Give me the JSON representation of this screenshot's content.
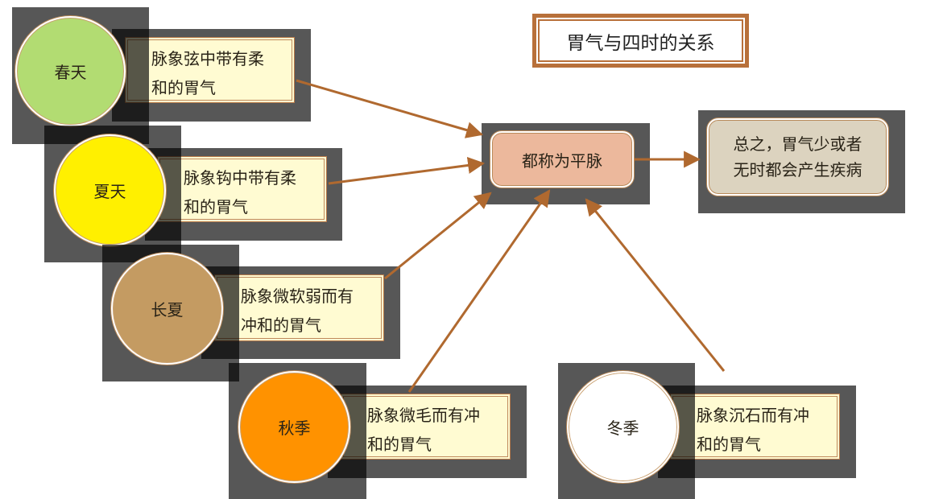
{
  "title": "胃气与四时的关系",
  "seasons": [
    {
      "name": "春天",
      "desc_line1": "脉象弦中带有柔",
      "desc_line2": "和的胃气",
      "color": "#b2dc72"
    },
    {
      "name": "夏天",
      "desc_line1": "脉象钩中带有柔",
      "desc_line2": "和的胃气",
      "color": "#fff000"
    },
    {
      "name": "长夏",
      "desc_line1": "脉象微软弱而有",
      "desc_line2": "冲和的胃气",
      "color": "#c49b62"
    },
    {
      "name": "秋季",
      "desc_line1": "脉象微毛而有冲",
      "desc_line2": "和的胃气",
      "color": "#ff9200"
    },
    {
      "name": "冬季",
      "desc_line1": "脉象沉石而有冲",
      "desc_line2": "和的胃气",
      "color": "#ffffff"
    }
  ],
  "center_node": {
    "label": "都称为平脉",
    "color": "#ecb89c"
  },
  "conclusion": {
    "line1": "总之，胃气少或者",
    "line2": "无时都会产生疾病",
    "color": "#dcd3bf"
  },
  "arrow_color": "#b0692f"
}
